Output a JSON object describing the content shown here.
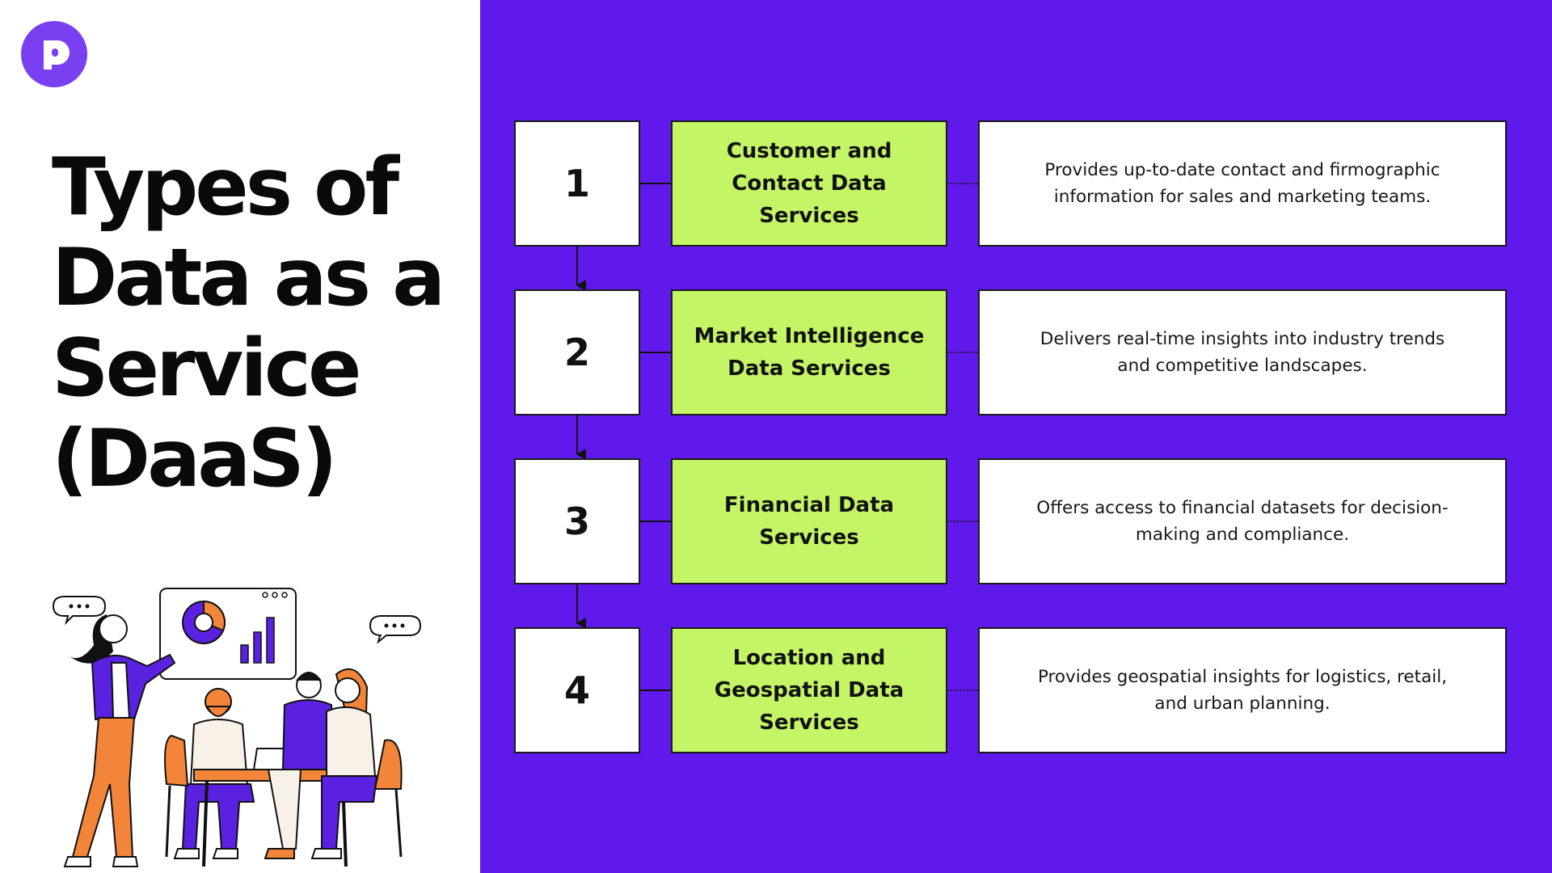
{
  "title_lines": [
    "Types of",
    "Data as a",
    "Service",
    "(DaaS)"
  ],
  "colors": {
    "panel": "#5f1aeb",
    "accent_green": "#c4f566",
    "logo": "#7b3ff2",
    "illustration_orange": "#f2853a",
    "illustration_purple": "#5a22e0"
  },
  "logo_icon": "brand-logo-icon",
  "steps": [
    {
      "number": "1",
      "name": "Customer and Contact Data Services",
      "description": "Provides up-to-date contact and firmographic information for sales and marketing teams."
    },
    {
      "number": "2",
      "name": "Market Intelligence Data Services",
      "description": "Delivers real-time insights into industry trends and competitive landscapes."
    },
    {
      "number": "3",
      "name": "Financial Data Services",
      "description": "Offers access to financial datasets for decision-making and compliance."
    },
    {
      "number": "4",
      "name": "Location and Geospatial Data Services",
      "description": "Provides geospatial insights for logistics, retail, and urban planning."
    }
  ]
}
